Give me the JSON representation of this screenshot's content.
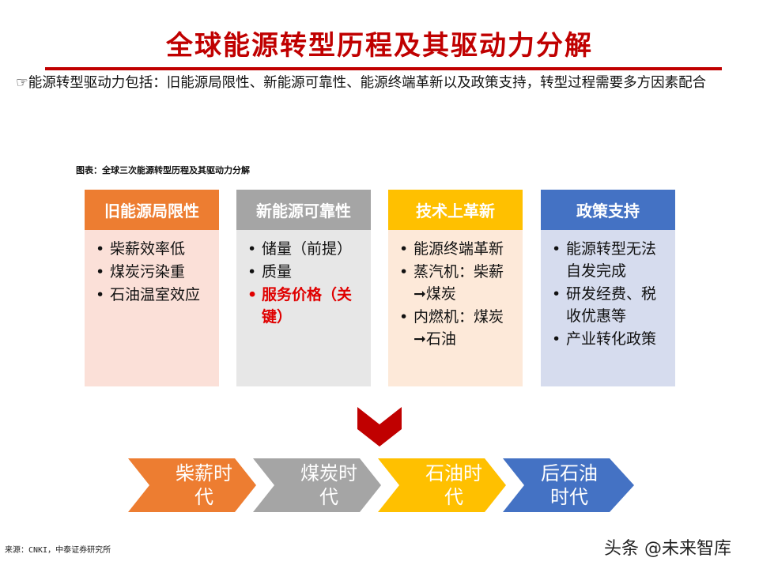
{
  "title": "全球能源转型历程及其驱动力分解",
  "intro": "☞能源转型驱动力包括：旧能源局限性、新能源可靠性、能源终端革新以及政策支持，转型过程需要多方因素配合",
  "caption": "图表：全球三次能源转型历程及其驱动力分解",
  "colors": {
    "accent_red": "#c00000",
    "orange": "#ed7d31",
    "gray": "#a5a5a5",
    "yellow": "#ffc000",
    "blue": "#4472c4"
  },
  "cards": [
    {
      "header": "旧能源局限性",
      "header_color": "#ed7d31",
      "body_color": "#fbe0d8",
      "items": [
        {
          "text": "柴薪效率低",
          "highlight": false
        },
        {
          "text": "煤炭污染重",
          "highlight": false
        },
        {
          "text": "石油温室效应",
          "highlight": false
        }
      ]
    },
    {
      "header": "新能源可靠性",
      "header_color": "#a5a5a5",
      "body_color": "#e7e7e7",
      "items": [
        {
          "text": "储量（前提）",
          "highlight": false
        },
        {
          "text": "质量",
          "highlight": false
        },
        {
          "text": "服务价格（关键）",
          "highlight": true
        }
      ]
    },
    {
      "header": "技术上革新",
      "header_color": "#ffc000",
      "body_color": "#fde9d9",
      "items": [
        {
          "text": "能源终端革新",
          "highlight": false
        },
        {
          "text": "蒸汽机：柴薪➞煤炭",
          "highlight": false
        },
        {
          "text": "内燃机：煤炭➞石油",
          "highlight": false
        }
      ]
    },
    {
      "header": "政策支持",
      "header_color": "#4472c4",
      "body_color": "#d6dcee",
      "items": [
        {
          "text": "能源转型无法自发完成",
          "highlight": false
        },
        {
          "text": "研发经费、税收优惠等",
          "highlight": false
        },
        {
          "text": "产业转化政策",
          "highlight": false
        }
      ]
    }
  ],
  "down_icon": "chevron-down-icon",
  "eras": [
    {
      "label": "柴薪时代",
      "color": "#ed7d31"
    },
    {
      "label": "煤炭时代",
      "color": "#a5a5a5"
    },
    {
      "label": "石油时代",
      "color": "#ffc000"
    },
    {
      "label": "后石油时代",
      "color": "#4472c4"
    }
  ],
  "source": "来源：CNKI，中泰证券研究所",
  "watermark": "头条 @未来智库"
}
